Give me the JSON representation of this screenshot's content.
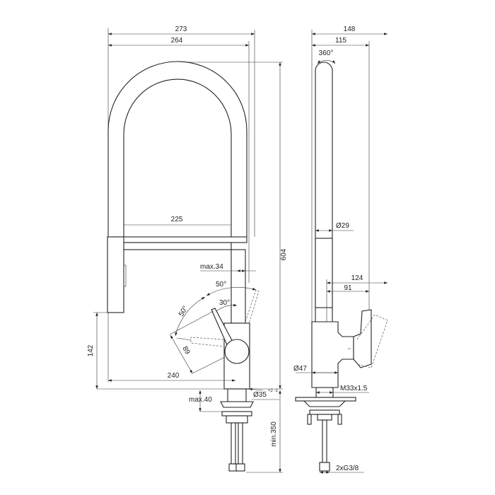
{
  "front_view": {
    "dim_overall_width": "273",
    "dim_arch_width": "264",
    "dim_inner_width": "225",
    "dim_total_height": "604",
    "dim_max_34": "max.34",
    "dim_angle_50_top": "50°",
    "dim_angle_30": "30°",
    "dim_angle_50_left": "50°",
    "dim_lever_89": "89",
    "dim_spout_height": "142",
    "dim_reach": "240",
    "dim_hole": "Ø35",
    "dim_hole_tol": "+2 -1",
    "dim_max_40": "max.40",
    "dim_min_350": "min.350"
  },
  "side_view": {
    "dim_148": "148",
    "dim_115": "115",
    "dim_rotation": "360°",
    "dim_tube_dia": "Ø29",
    "dim_124": "124",
    "dim_91": "91",
    "dim_body_dia": "Ø47",
    "dim_thread": "M33x1.5",
    "dim_connections": "2xG3/8"
  }
}
